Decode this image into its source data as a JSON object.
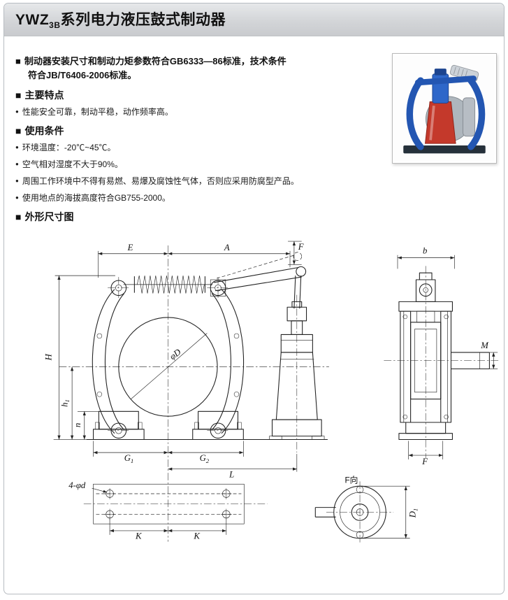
{
  "header": {
    "title_prefix": "YWZ",
    "title_sub": "3B",
    "title_suffix": "系列电力液压鼓式制动器"
  },
  "markers": {
    "square": "■",
    "dot": "●"
  },
  "intro": {
    "line1": "制动器安装尺寸和制动力矩参数符合GB6333—86标准，技术条件",
    "line2": "符合JB/T6406-2006标准。"
  },
  "features": {
    "heading": "主要特点",
    "items": [
      "性能安全可靠，制动平稳，动作频率高。"
    ]
  },
  "conditions": {
    "heading": "使用条件",
    "items": [
      "环境温度：-20℃~45℃。",
      "空气相对湿度不大于90%。",
      "周围工作环境中不得有易燃、易爆及腐蚀性气体，否则应采用防腐型产品。",
      "使用地点的海拔高度符合GB755-2000。"
    ]
  },
  "outline_section": {
    "heading": "外形尺寸图"
  },
  "drawing": {
    "front": {
      "E": "E",
      "A": "A",
      "F": "F",
      "H": "H",
      "h_base": "h",
      "h_sub": "1",
      "n": "n",
      "G_base": "G",
      "G1_sub": "1",
      "G2_sub": "2",
      "L": "L",
      "phiD": "φD",
      "holes": "4-φd",
      "K": "K"
    },
    "side": {
      "b": "b",
      "M": "M",
      "F": "F"
    },
    "f_view": {
      "title": "F向",
      "D_base": "D",
      "D_sub": "1"
    }
  },
  "photo_colors": {
    "frame_blue": "#2356b2",
    "cylinder_blue": "#2e67c9",
    "body_red": "#c4392b",
    "metal_gray": "#c5cbd1"
  }
}
